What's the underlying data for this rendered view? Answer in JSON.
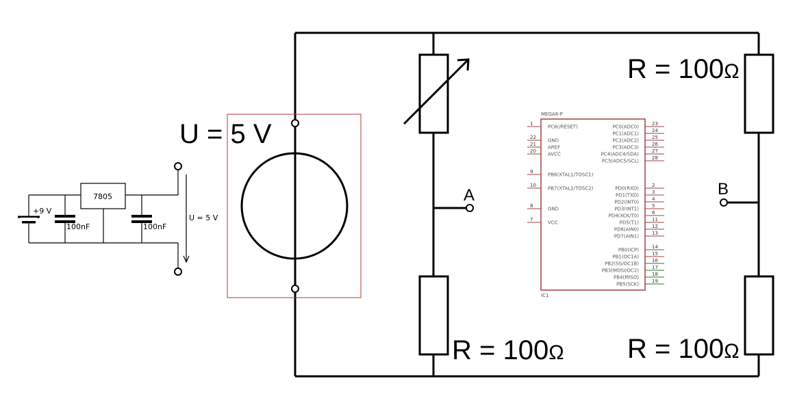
{
  "supply": {
    "battery_label": "+9 V",
    "battery_minus": "-",
    "regulator": "7805",
    "cap1": "100nF",
    "cap2": "100nF",
    "output_label": "U = 5 V"
  },
  "bridge": {
    "source_label": "U = 5 V",
    "r_top_right": "R = 100",
    "r_bottom_left": "R = 100",
    "r_bottom_right": "R = 100",
    "ohm": "Ω",
    "node_a": "A",
    "node_b": "B"
  },
  "mcu": {
    "name": "MEGA8-P",
    "ref": "IC1",
    "left_pins": [
      {
        "num": "1",
        "name": "PC6(/RESET)"
      },
      {
        "num": "22",
        "name": "GND"
      },
      {
        "num": "21",
        "name": "AREF"
      },
      {
        "num": "20",
        "name": "AVCC"
      },
      {
        "num": "9",
        "name": "PB6(XTAL1/TOSC1)"
      },
      {
        "num": "10",
        "name": "PB7(XTAL2/TOSC2)"
      },
      {
        "num": "8",
        "name": "GND"
      },
      {
        "num": "7",
        "name": "VCC"
      }
    ],
    "right_pins": [
      {
        "num": "23",
        "name": "PC0(ADC0)"
      },
      {
        "num": "24",
        "name": "PC1(ADC1)"
      },
      {
        "num": "25",
        "name": "PC2(ADC2)"
      },
      {
        "num": "26",
        "name": "PC3(ADC3)"
      },
      {
        "num": "27",
        "name": "PC4(ADC4/SDA)"
      },
      {
        "num": "28",
        "name": "PC5(ADC5/SCL)"
      },
      {
        "num": "2",
        "name": "PD0(RXD)"
      },
      {
        "num": "3",
        "name": "PD1(TXD)"
      },
      {
        "num": "4",
        "name": "PD2(INT0)"
      },
      {
        "num": "5",
        "name": "PD3(INT1)"
      },
      {
        "num": "6",
        "name": "PD4(XCK/T0)"
      },
      {
        "num": "11",
        "name": "PD5(T1)"
      },
      {
        "num": "12",
        "name": "PD6(AIN0)"
      },
      {
        "num": "13",
        "name": "PD7(AIN1)"
      },
      {
        "num": "14",
        "name": "PB0(ICP)"
      },
      {
        "num": "15",
        "name": "PB1(OC1A)"
      },
      {
        "num": "16",
        "name": "PB2(SS/OC1B)"
      },
      {
        "num": "17",
        "name": "PB3(MOSI/OC2)"
      },
      {
        "num": "18",
        "name": "PB4(MISO)"
      },
      {
        "num": "19",
        "name": "PB5(SCK)"
      }
    ]
  }
}
